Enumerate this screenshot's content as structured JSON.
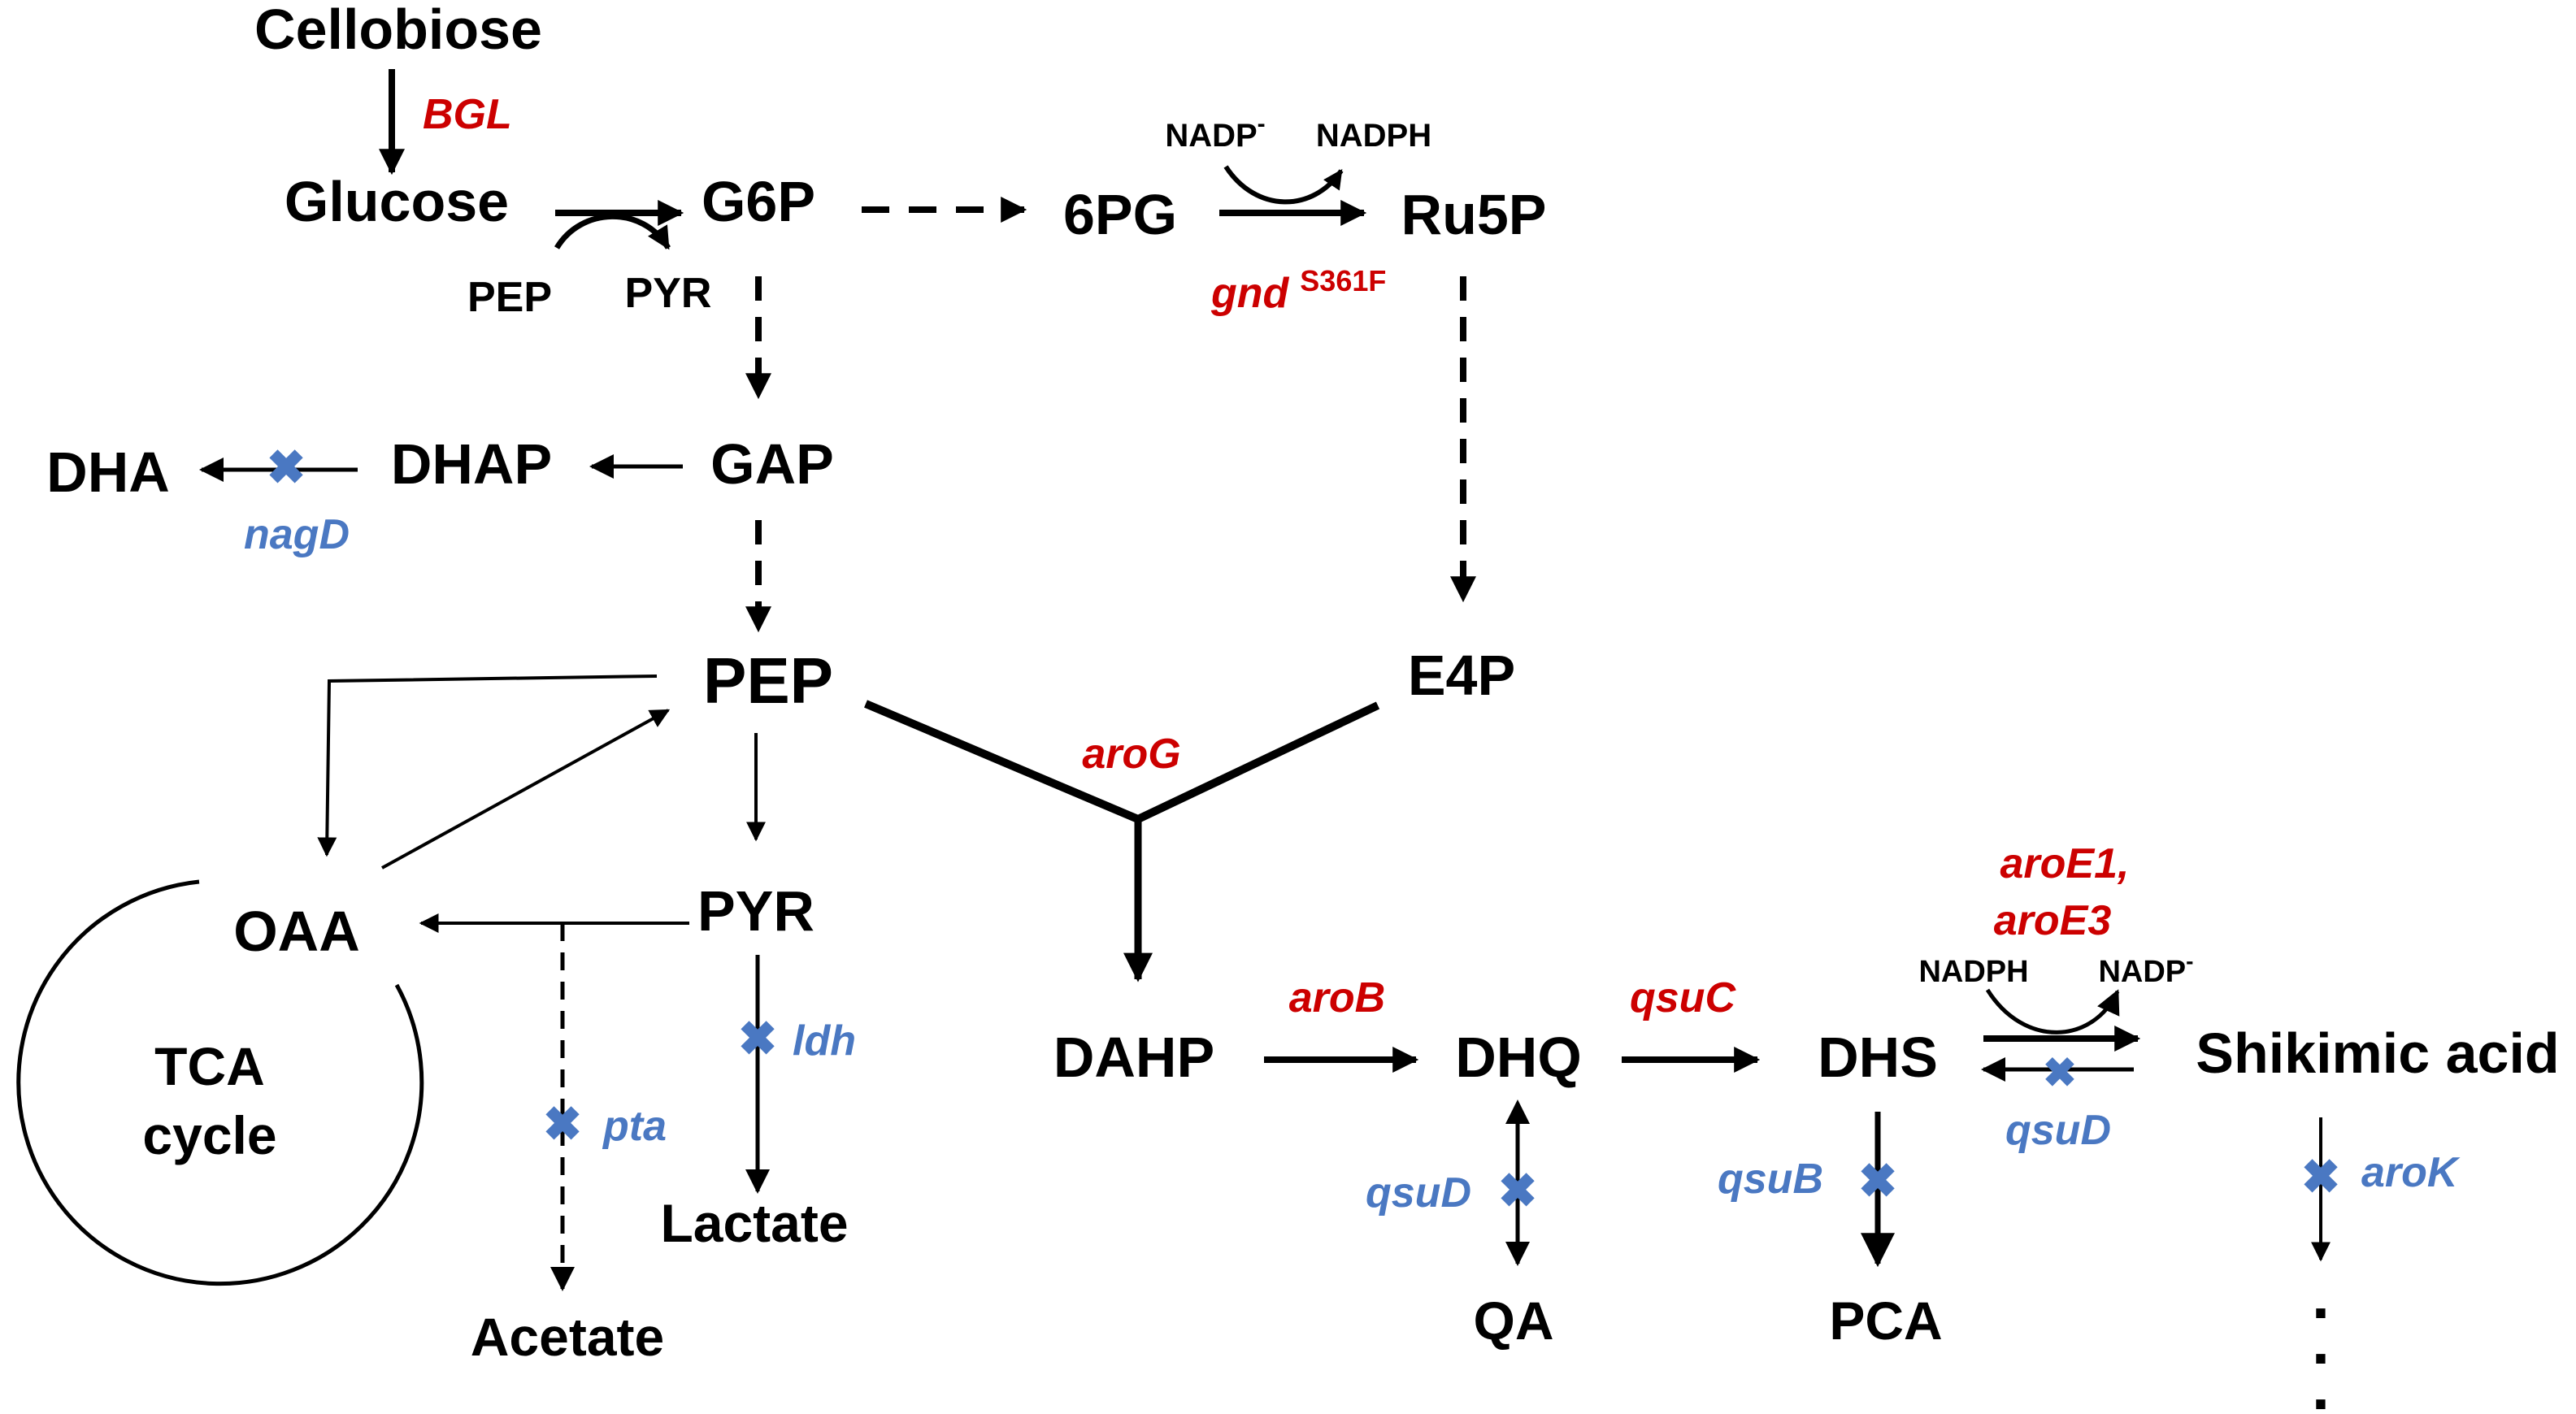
{
  "colors": {
    "enzyme_overexpressed": "#cc0000",
    "enzyme_deleted": "#4a78c2",
    "line": "#000000"
  },
  "metabolites": {
    "cellobiose": "Cellobiose",
    "glucose": "Glucose",
    "g6p": "G6P",
    "pg6": "6PG",
    "ru5p": "Ru5P",
    "gap": "GAP",
    "dhap": "DHAP",
    "dha": "DHA",
    "pep": "PEP",
    "e4p": "E4P",
    "oaa": "OAA",
    "pyr": "PYR",
    "lactate": "Lactate",
    "acetate": "Acetate",
    "tca_line1": "TCA",
    "tca_line2": "cycle",
    "dahp": "DAHP",
    "dhq": "DHQ",
    "dhs": "DHS",
    "shikimic": "Shikimic acid",
    "qa": "QA",
    "pca": "PCA"
  },
  "cofactors": {
    "pep_small": "PEP",
    "pyr_small": "PYR",
    "nadp_top": "NADP",
    "nadp_top_sup": "-",
    "nadph_top": "NADPH",
    "nadph_bottom": "NADPH",
    "nadp_bottom": "NADP",
    "nadp_bottom_sup": "-"
  },
  "enzymes": {
    "bgl": "BGL",
    "gnd": "gnd",
    "gnd_sup": "S361F",
    "arog": "aroG",
    "arob": "aroB",
    "qsuc": "qsuC",
    "aroe_line1": "aroE1,",
    "aroe_line2": "aroE3",
    "nagd": "nagD",
    "ldh": "ldh",
    "pta": "pta",
    "qsud_left": "qsuD",
    "qsub": "qsuB",
    "qsud_right": "qsuD",
    "arok": "aroK"
  },
  "continuation": "."
}
